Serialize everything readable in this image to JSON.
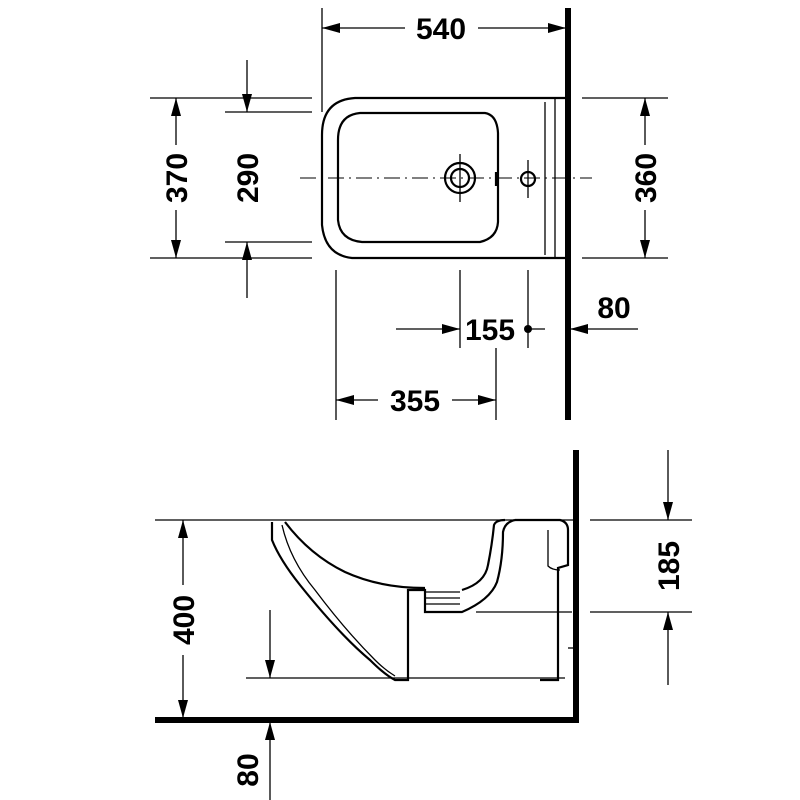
{
  "top_view": {
    "dimensions": {
      "width": "540",
      "depth_total": "370",
      "depth_bowl": "290",
      "depth_right": "360",
      "wall_offset": "80",
      "hole_spacing": "155",
      "hole_from_front": "355"
    }
  },
  "side_view": {
    "dimensions": {
      "rim_height": "400",
      "outlet_height": "185",
      "floor_offset": "80"
    }
  }
}
